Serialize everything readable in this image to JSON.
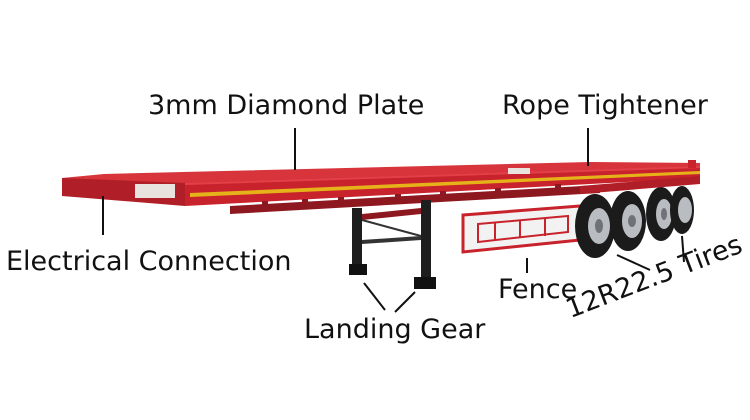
{
  "labels": {
    "diamond_plate": "3mm Diamond Plate",
    "rope_tightener": "Rope Tightener",
    "electrical_connection": "Electrical Connection",
    "fence": "Fence",
    "landing_gear": "Landing Gear",
    "tires": "12R22.5 Tires"
  },
  "colors": {
    "trailer_red": "#c8232c",
    "trailer_dark_red": "#8e1820",
    "stripe_yellow": "#e6b21a",
    "tire_black": "#1b1b1b",
    "rim_silver": "#b9bcc0",
    "fence_white": "#f2f2f2",
    "leader_line": "#111111"
  }
}
